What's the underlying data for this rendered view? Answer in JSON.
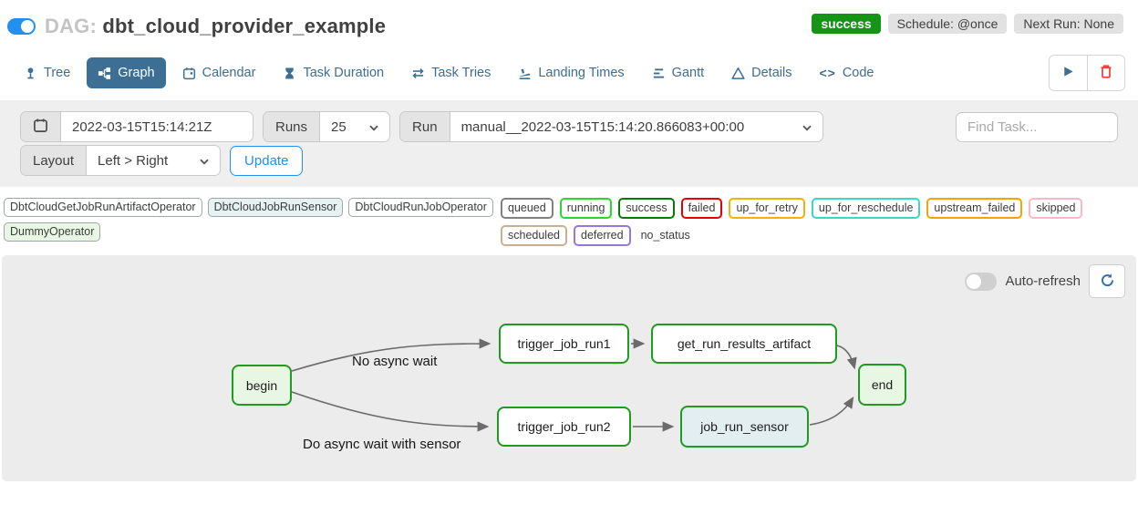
{
  "header": {
    "dag_prefix": "DAG:",
    "dag_name": "dbt_cloud_provider_example",
    "status_badge": "success",
    "schedule_badge": "Schedule: @once",
    "next_run_badge": "Next Run: None"
  },
  "tabs": [
    {
      "label": "Tree",
      "icon": "tree-icon",
      "active": false
    },
    {
      "label": "Graph",
      "icon": "sitemap-icon",
      "active": true
    },
    {
      "label": "Calendar",
      "icon": "calendar-icon",
      "active": false
    },
    {
      "label": "Task Duration",
      "icon": "hourglass-icon",
      "active": false
    },
    {
      "label": "Task Tries",
      "icon": "repeat-icon",
      "active": false
    },
    {
      "label": "Landing Times",
      "icon": "plane-landing-icon",
      "active": false
    },
    {
      "label": "Gantt",
      "icon": "gantt-icon",
      "active": false
    },
    {
      "label": "Details",
      "icon": "triangle-icon",
      "active": false
    },
    {
      "label": "Code",
      "icon": "code-icon",
      "active": false
    }
  ],
  "icons": {
    "code": "<>"
  },
  "filters": {
    "base_date_value": "2022-03-15T15:14:21Z",
    "runs_label": "Runs",
    "runs_value": "25",
    "run_label": "Run",
    "run_value": "manual__2022-03-15T15:14:20.866083+00:00",
    "find_task_placeholder": "Find Task...",
    "layout_label": "Layout",
    "layout_value": "Left > Right",
    "update_button": "Update"
  },
  "legend": {
    "operators": [
      {
        "label": "DbtCloudGetJobRunArtifactOperator",
        "fill": "#ffffff"
      },
      {
        "label": "DbtCloudJobRunSensor",
        "fill": "#e6f1f2"
      },
      {
        "label": "DbtCloudRunJobOperator",
        "fill": "#ffffff"
      },
      {
        "label": "DummyOperator",
        "fill": "#e8f7e4"
      }
    ],
    "statuses": [
      {
        "label": "queued",
        "color": "#808080"
      },
      {
        "label": "running",
        "color": "#2ed52e"
      },
      {
        "label": "success",
        "color": "#067a06"
      },
      {
        "label": "failed",
        "color": "#e60000"
      },
      {
        "label": "up_for_retry",
        "color": "#f2b10e"
      },
      {
        "label": "up_for_reschedule",
        "color": "#3ed6c9"
      },
      {
        "label": "upstream_failed",
        "color": "#f5a309"
      },
      {
        "label": "skipped",
        "color": "#ffb6c6"
      },
      {
        "label": "scheduled",
        "color": "#c9b091"
      },
      {
        "label": "deferred",
        "color": "#9678d8"
      },
      {
        "label": "no_status",
        "color": "none"
      }
    ]
  },
  "canvas": {
    "auto_refresh_label": "Auto-refresh",
    "auto_refresh_on": false
  },
  "graph": {
    "node_border_color": "#1f9b1f",
    "nodes": [
      {
        "id": "begin",
        "label": "begin",
        "fill": "#e8f7e4"
      },
      {
        "id": "trigger_job_run1",
        "label": "trigger_job_run1",
        "fill": "#ffffff"
      },
      {
        "id": "get_run_results_artifact",
        "label": "get_run_results_artifact",
        "fill": "#ffffff"
      },
      {
        "id": "trigger_job_run2",
        "label": "trigger_job_run2",
        "fill": "#ffffff"
      },
      {
        "id": "job_run_sensor",
        "label": "job_run_sensor",
        "fill": "#e3eef0"
      },
      {
        "id": "end",
        "label": "end",
        "fill": "#e8f7e4"
      }
    ],
    "edges": [
      {
        "from": "begin",
        "to": "trigger_job_run1",
        "label": "No async wait"
      },
      {
        "from": "begin",
        "to": "trigger_job_run2",
        "label": "Do async wait with sensor"
      },
      {
        "from": "trigger_job_run1",
        "to": "get_run_results_artifact",
        "label": ""
      },
      {
        "from": "get_run_results_artifact",
        "to": "end",
        "label": ""
      },
      {
        "from": "trigger_job_run2",
        "to": "job_run_sensor",
        "label": ""
      },
      {
        "from": "job_run_sensor",
        "to": "end",
        "label": ""
      }
    ]
  },
  "colors": {
    "accent_blue": "#2190f2",
    "tab_blue": "#3d6e93",
    "success_green": "#169416",
    "canvas_gray": "#ececec",
    "trash_red": "#e5412d"
  }
}
